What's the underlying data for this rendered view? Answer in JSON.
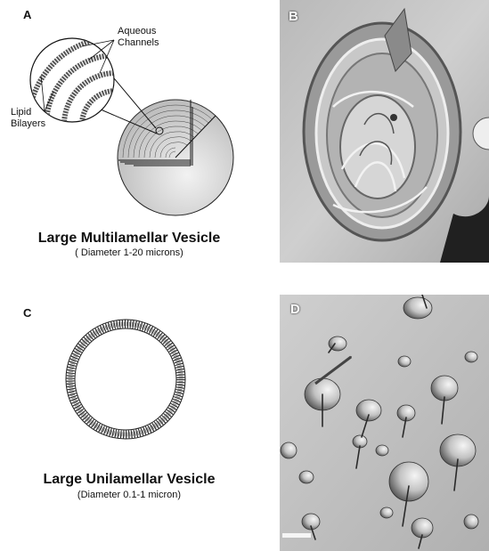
{
  "panels": {
    "a": {
      "label": "A",
      "callouts": {
        "aqueous": [
          "Aqueous",
          "Channels"
        ],
        "lipid": [
          "Lipid",
          "Bilayers"
        ]
      },
      "title": "Large Multilamellar Vesicle",
      "subtitle": "( Diameter 1-20 microns)"
    },
    "b": {
      "label": "B"
    },
    "c": {
      "label": "C",
      "title": "Large Unilamellar Vesicle",
      "subtitle": "(Diameter 0.1-1 micron)"
    },
    "d": {
      "label": "D"
    }
  }
}
